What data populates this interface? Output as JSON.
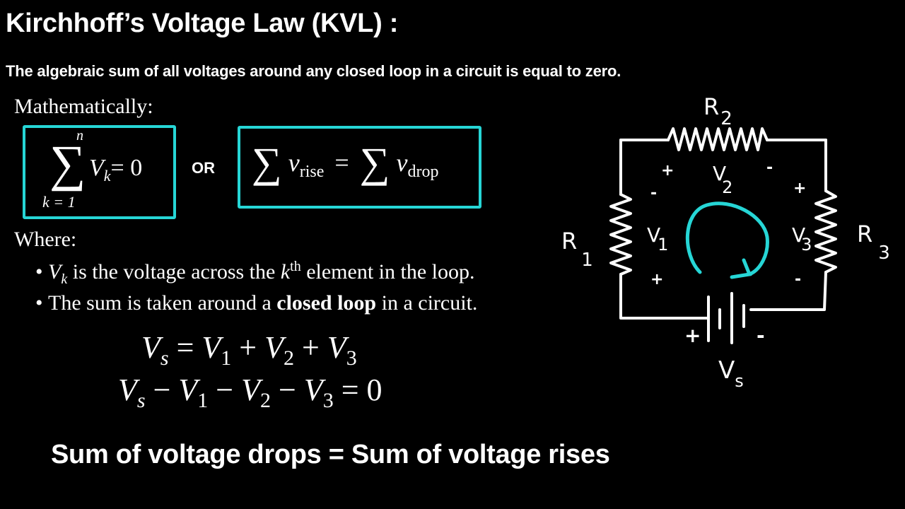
{
  "title": "Kirchhoff’s Voltage Law (KVL) :",
  "statement": "The algebraic sum of all voltages around any closed loop in a circuit is equal to zero.",
  "math_label": "Mathematically:",
  "formula1": {
    "upper_limit": "n",
    "lower_limit": "k = 1",
    "sigma": "∑",
    "var": "V",
    "sub": "k",
    "rhs": "= 0"
  },
  "or_label": "OR",
  "formula2": {
    "sigma": "∑",
    "var": "v",
    "left_sub": "rise",
    "equals": "=",
    "right_sub": "drop"
  },
  "where_label": "Where:",
  "bullets": [
    {
      "var": "V",
      "sub": "k",
      "text1": " is the voltage across the ",
      "k": "k",
      "sup": "th",
      "text2": " element in the loop."
    },
    {
      "text1": "The sum is taken around a ",
      "bold": "closed loop",
      "text2": " in a circuit."
    }
  ],
  "equation1": {
    "lhs": "V",
    "lhs_sub": "s",
    "eq": " = ",
    "t1": "V",
    "s1": "1",
    "op1": " + ",
    "t2": "V",
    "s2": "2",
    "op2": " + ",
    "t3": "V",
    "s3": "3"
  },
  "equation2": {
    "lhs": "V",
    "lhs_sub": "s",
    "op0": " − ",
    "t1": "V",
    "s1": "1",
    "op1": " − ",
    "t2": "V",
    "s2": "2",
    "op2": " − ",
    "t3": "V",
    "s3": "3",
    "rhs": " = 0"
  },
  "summary": "Sum of voltage drops = Sum of voltage rises",
  "circuit": {
    "accent_color": "#26d6d6",
    "labels": {
      "R1": "R",
      "R1_sub": "1",
      "R2": "R",
      "R2_sub": "2",
      "R3": "R",
      "R3_sub": "3",
      "V1": "V",
      "V1_sub": "1",
      "V2": "V",
      "V2_sub": "2",
      "V3": "V",
      "V3_sub": "3",
      "Vs": "V",
      "Vs_sub": "s"
    },
    "polarity": {
      "v2_plus": "+",
      "v2_minus": "-",
      "v1_minus": "-",
      "v1_plus": "+",
      "v3_plus": "+",
      "v3_minus": "-",
      "vs_plus": "+",
      "vs_minus": "-"
    }
  }
}
